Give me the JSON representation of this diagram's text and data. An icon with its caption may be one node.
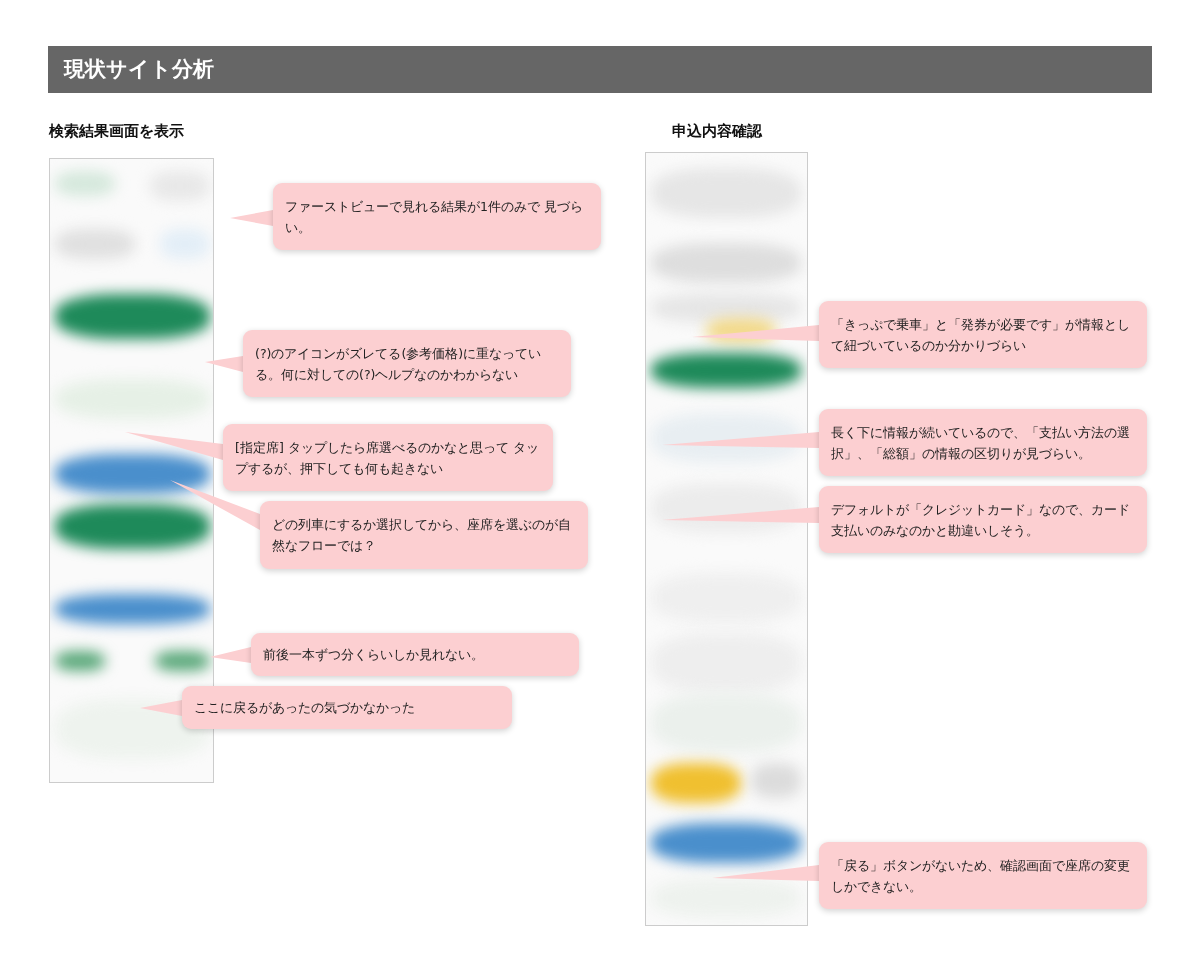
{
  "diagram": {
    "title": "現状サイト分析",
    "nodes": [
      {
        "text": [
          "検索結果画面を表示"
        ]
      },
      {
        "text": [
          "ファーストビューで見れる結果が1件のみで 見づらい。"
        ]
      },
      {
        "text": [
          "(?)のアイコンがズレてる(参考価格)に重なっている。何に対しての(?)ヘルプなのかわからない"
        ]
      },
      {
        "text": [
          "[指定席] タップしたら席選べるのかなと思って タップするが、押下しても何も起きない"
        ]
      },
      {
        "text": [
          "どの列車にするか選択してから、座席を選ぶのが自然なフローでは？"
        ]
      },
      {
        "text": [
          "前後一本ずつ分くらいしか見れない。"
        ]
      },
      {
        "text": [
          "ここに戻るがあったの気づかなかった"
        ]
      },
      {
        "text": [
          "申込内容確認"
        ]
      },
      {
        "text": [
          "「きっぷで乗車」と「発券が必要です」が情報として紐づいているのか分かりづらい"
        ]
      },
      {
        "text": [
          "長く下に情報が続いているので、「支払い方法の選択」、「総額」の情報の区切りが見づらい。"
        ]
      },
      {
        "text": [
          "デフォルトが「クレジットカード」なので、カード支払いのみなのかと勘違いしそう。"
        ]
      },
      {
        "text": [
          "「戻る」ボタンがないため、確認画面で座席の変更しかできない。"
        ]
      }
    ],
    "edges": [
      {
        "from": 1,
        "to": null,
        "arrow": "to"
      },
      {
        "from": 2,
        "to": null,
        "arrow": "to"
      },
      {
        "from": 3,
        "to": null,
        "arrow": "to"
      },
      {
        "from": 4,
        "to": null,
        "arrow": "to"
      },
      {
        "from": 5,
        "to": null,
        "arrow": "to"
      },
      {
        "from": 6,
        "to": null,
        "arrow": "to"
      },
      {
        "from": 8,
        "to": null,
        "arrow": "to"
      },
      {
        "from": 9,
        "to": null,
        "arrow": "to"
      },
      {
        "from": 10,
        "to": null,
        "arrow": "to"
      },
      {
        "from": 11,
        "to": null,
        "arrow": "to"
      }
    ]
  }
}
